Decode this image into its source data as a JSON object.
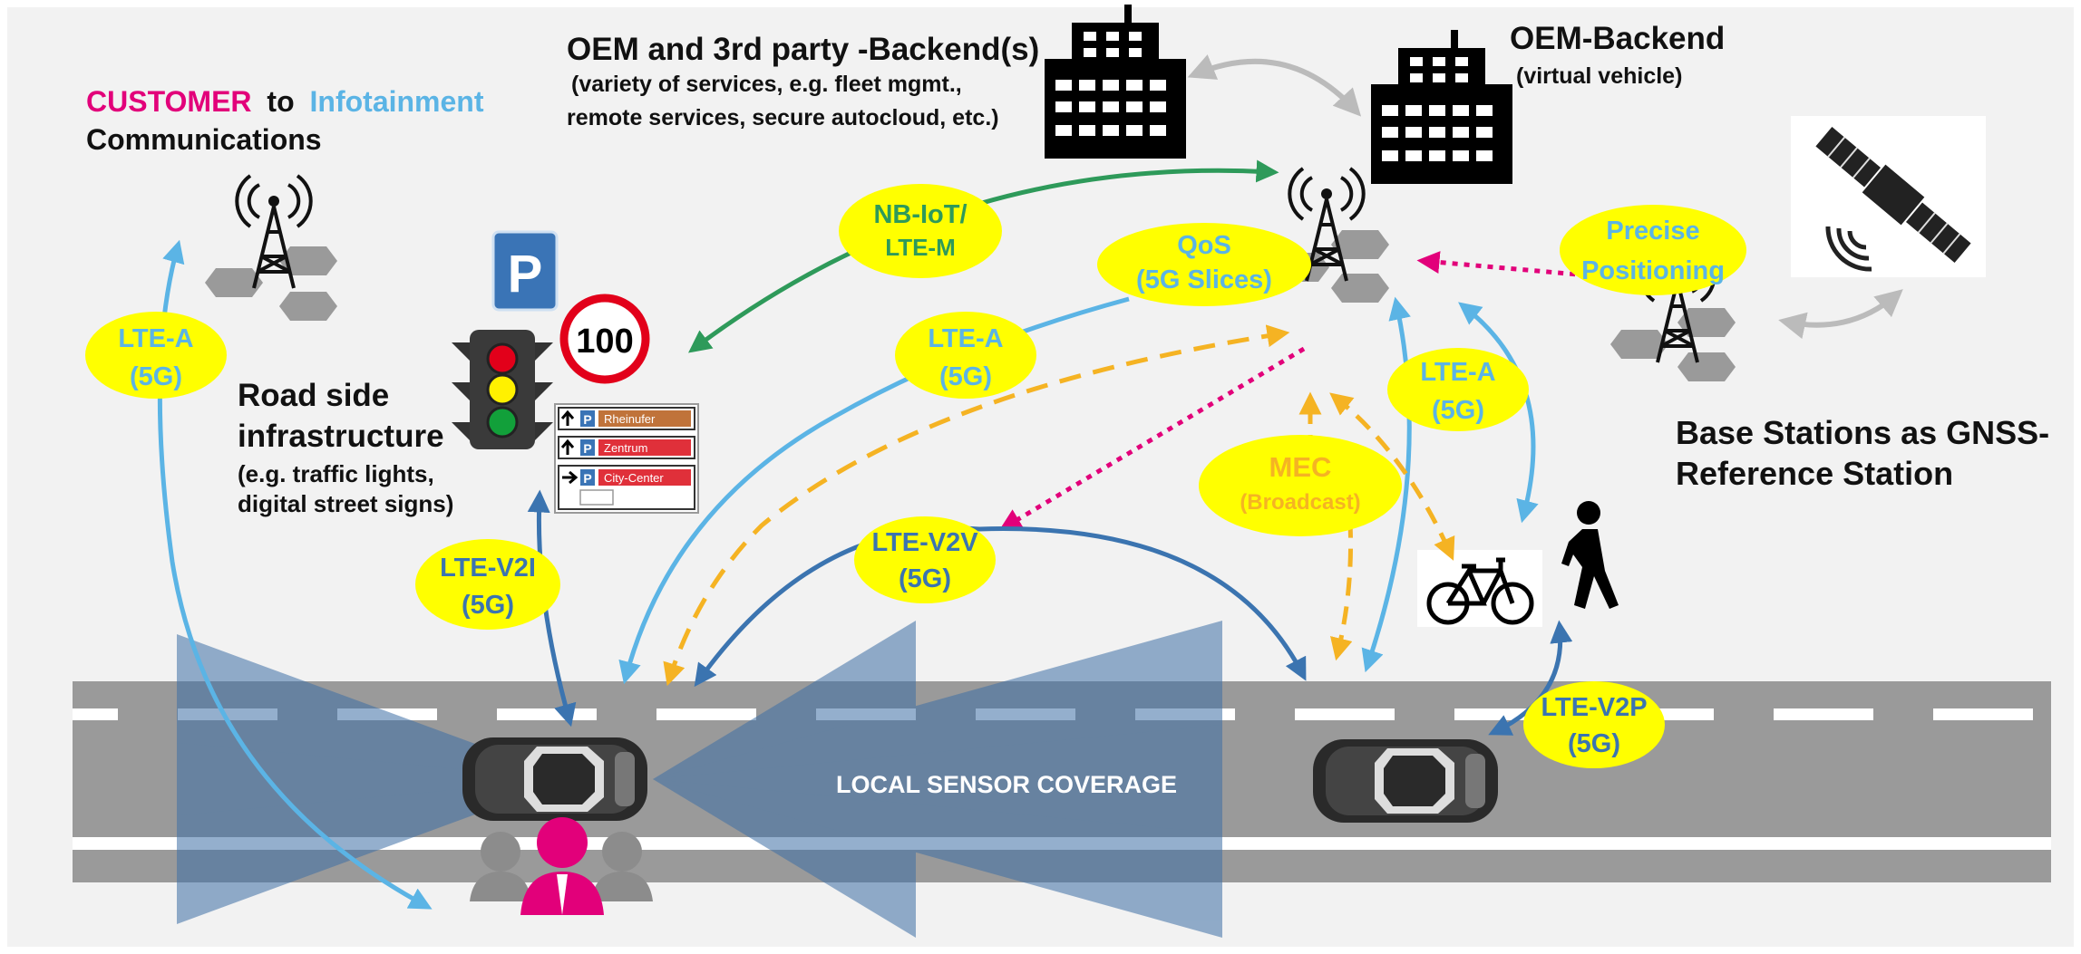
{
  "customer_heading": {
    "customer": "CUSTOMER",
    "to": "to",
    "infotainment": "Infotainment",
    "communications": "Communications"
  },
  "oem_3rd_party": {
    "title": "OEM and 3rd party -Backend(s)",
    "sub_line1": "(variety of services, e.g. fleet mgmt.,",
    "sub_line2": "remote services, secure autocloud, etc.)"
  },
  "oem_backend": {
    "title": "OEM-Backend",
    "sub": "(virtual vehicle)"
  },
  "road_side": {
    "line1": "Road side",
    "line2": "infrastructure",
    "sub1": "(e.g. traffic lights,",
    "sub2": "digital street signs)"
  },
  "base_stations": {
    "line1": "Base Stations as GNSS-",
    "line2": "Reference Station"
  },
  "speed_sign": "100",
  "parking_sign": "P",
  "street_signs": [
    {
      "label": "Rheinufer",
      "color": "#c0733a"
    },
    {
      "label": "Zentrum",
      "color": "#e0303a"
    },
    {
      "label": "City-Center",
      "color": "#e0303a"
    }
  ],
  "bubbles": {
    "lte_a_left": {
      "line1": "LTE-A",
      "line2": "(5G)"
    },
    "nb_iot": {
      "line1": "NB-IoT/",
      "line2": "LTE-M"
    },
    "lte_a_mid": {
      "line1": "LTE-A",
      "line2": "(5G)"
    },
    "qos": {
      "line1": "QoS",
      "line2": "(5G Slices)"
    },
    "precise": {
      "line1": "Precise",
      "line2": "Positioning"
    },
    "lte_a_right": {
      "line1": "LTE-A",
      "line2": "(5G)"
    },
    "mec": {
      "line1": "MEC",
      "line2": "(Broadcast)"
    },
    "lte_v2i": {
      "line1": "LTE-V2I",
      "line2": "(5G)"
    },
    "lte_v2v": {
      "line1": "LTE-V2V",
      "line2": "(5G)"
    },
    "lte_v2p": {
      "line1": "LTE-V2P",
      "line2": "(5G)"
    }
  },
  "sensor_label": "LOCAL SENSOR COVERAGE",
  "colors": {
    "magenta": "#e2007a",
    "light_blue": "#5bb4e5",
    "bubble_yellow": "#ffff00",
    "green_arrow": "#2e9a5a",
    "dark_blue_arrow": "#3b74b0",
    "orange_dashed": "#f5b323",
    "road_gray": "#9a9a9a",
    "background": "#f2f2f2"
  },
  "icons": [
    "building-icon",
    "cell-tower-icon",
    "satellite-icon",
    "traffic-light-icon",
    "parking-sign-icon",
    "speed-limit-sign-icon",
    "bicycle-icon",
    "pedestrian-icon",
    "car-icon",
    "people-icon"
  ]
}
